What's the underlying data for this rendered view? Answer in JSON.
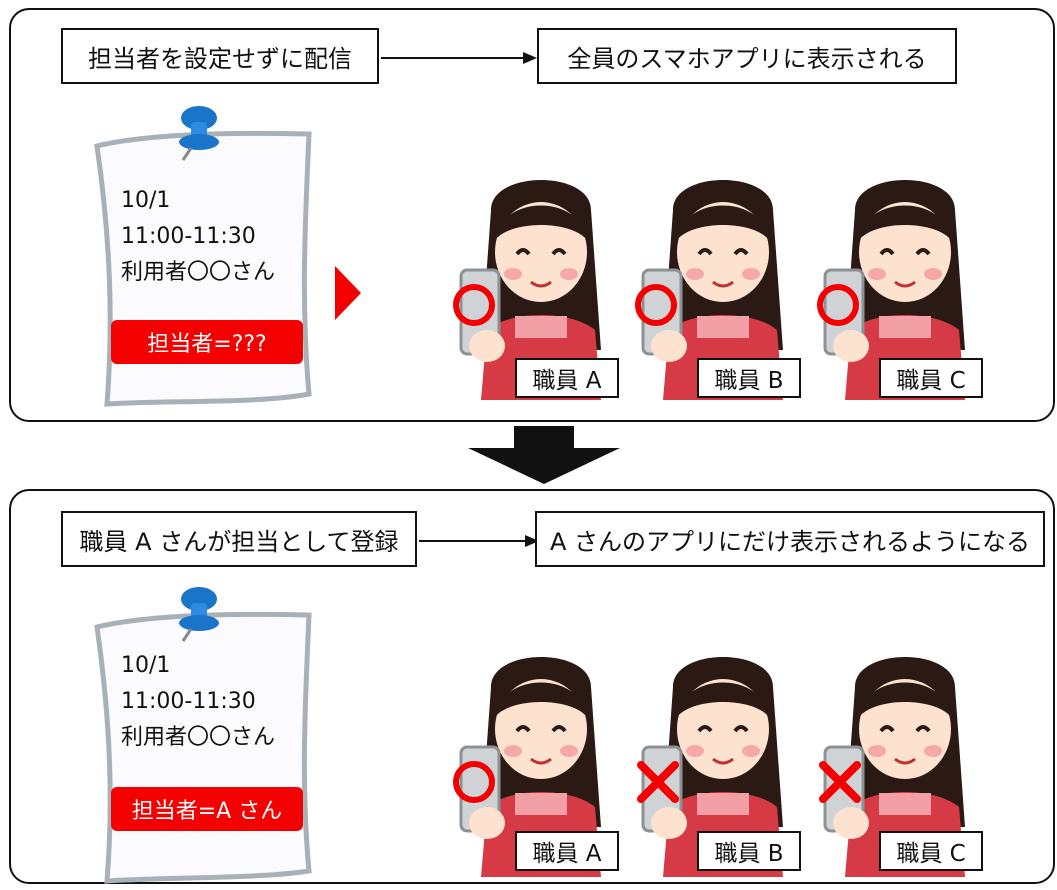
{
  "panels": [
    {
      "source_label": "担当者を設定せずに配信",
      "result_label": "全員のスマホアプリに表示される",
      "note": {
        "date": "10/1",
        "time": "11:00-11:30",
        "client": "利用者〇〇さん",
        "assignee": "担当者=???"
      },
      "staff": [
        {
          "name": "職員 A",
          "mark": "circle"
        },
        {
          "name": "職員 B",
          "mark": "circle"
        },
        {
          "name": "職員 C",
          "mark": "circle"
        }
      ]
    },
    {
      "source_label": "職員 A さんが担当として登録",
      "result_label": "A さんのアプリにだけ表示されるようになる",
      "note": {
        "date": "10/1",
        "time": "11:00-11:30",
        "client": "利用者〇〇さん",
        "assignee": "担当者=A さん"
      },
      "staff": [
        {
          "name": "職員 A",
          "mark": "circle"
        },
        {
          "name": "職員 B",
          "mark": "cross"
        },
        {
          "name": "職員 C",
          "mark": "cross"
        }
      ]
    }
  ],
  "colors": {
    "accent_red": "#f40000",
    "pin_blue": "#1a74c9",
    "apron_red": "#d63a45",
    "hair": "#2b1a14"
  },
  "icons": {
    "pin": "pushpin-icon",
    "allowed": "circle-mark-icon",
    "denied": "cross-mark-icon"
  }
}
